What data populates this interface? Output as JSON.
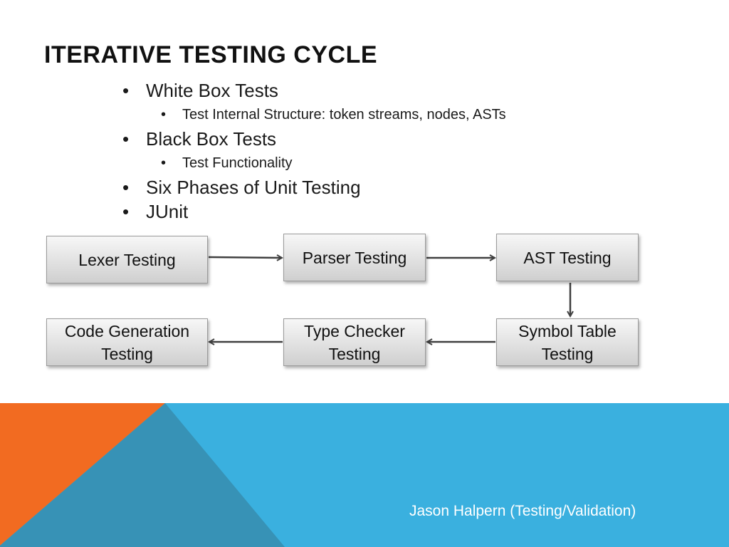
{
  "slide": {
    "title": "ITERATIVE TESTING CYCLE",
    "bullets": [
      {
        "text": "White Box Tests",
        "level": 1
      },
      {
        "text": "Test Internal Structure: token streams, nodes, ASTs",
        "level": 2
      },
      {
        "text": "Black Box Tests",
        "level": 1
      },
      {
        "text": "Test Functionality",
        "level": 2
      },
      {
        "text": "Six Phases of Unit Testing",
        "level": 1
      },
      {
        "text": "JUnit",
        "level": 1
      }
    ],
    "flow": {
      "lexer": "Lexer Testing",
      "parser": "Parser Testing",
      "ast": "AST Testing",
      "symbol_table": [
        "Symbol Table",
        "Testing"
      ],
      "type_checker": [
        "Type Checker",
        "Testing"
      ],
      "code_generation": [
        "Code Generation",
        "Testing"
      ]
    },
    "footer": "Jason Halpern (Testing/Validation)",
    "colors": {
      "orange": "#f26b21",
      "blue": "#3ab0df",
      "dark_blue": "#3792b6",
      "arrow": "#404040"
    }
  }
}
